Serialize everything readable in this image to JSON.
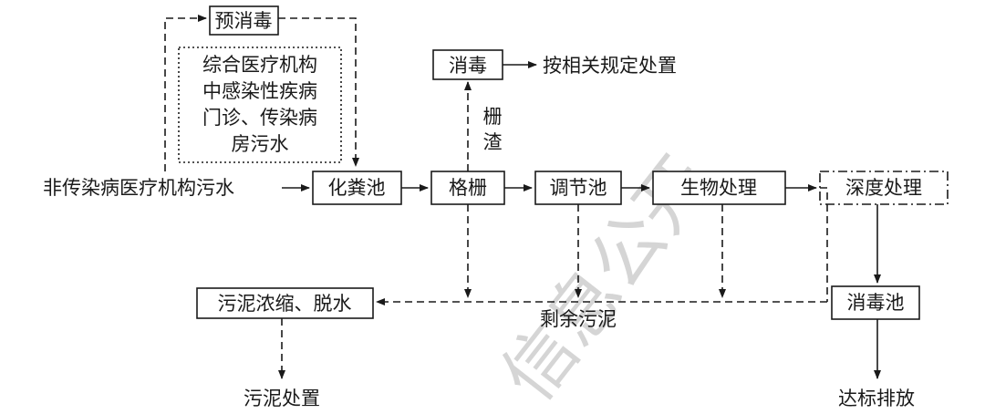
{
  "nodes": {
    "pre_disinfect": "预消毒",
    "infectious_source_lines": [
      "综合医疗机构",
      "中感染性疾病",
      "门诊、传染病",
      "房污水"
    ],
    "non_infectious_source": "非传染病医疗机构污水",
    "septic_tank": "化粪池",
    "grille": "格栅",
    "disinfect": "消毒",
    "regulation": "按相关规定处置",
    "screenings_lines": [
      "栅",
      "渣"
    ],
    "equalization_tank": "调节池",
    "biological": "生物处理",
    "advanced": "深度处理",
    "disinfection_pool": "消毒池",
    "discharge": "达标排放",
    "sludge_thickening": "污泥浓缩、脱水",
    "excess_sludge": "剩余污泥",
    "sludge_disposal": "污泥处置"
  },
  "watermark": "信息公开"
}
